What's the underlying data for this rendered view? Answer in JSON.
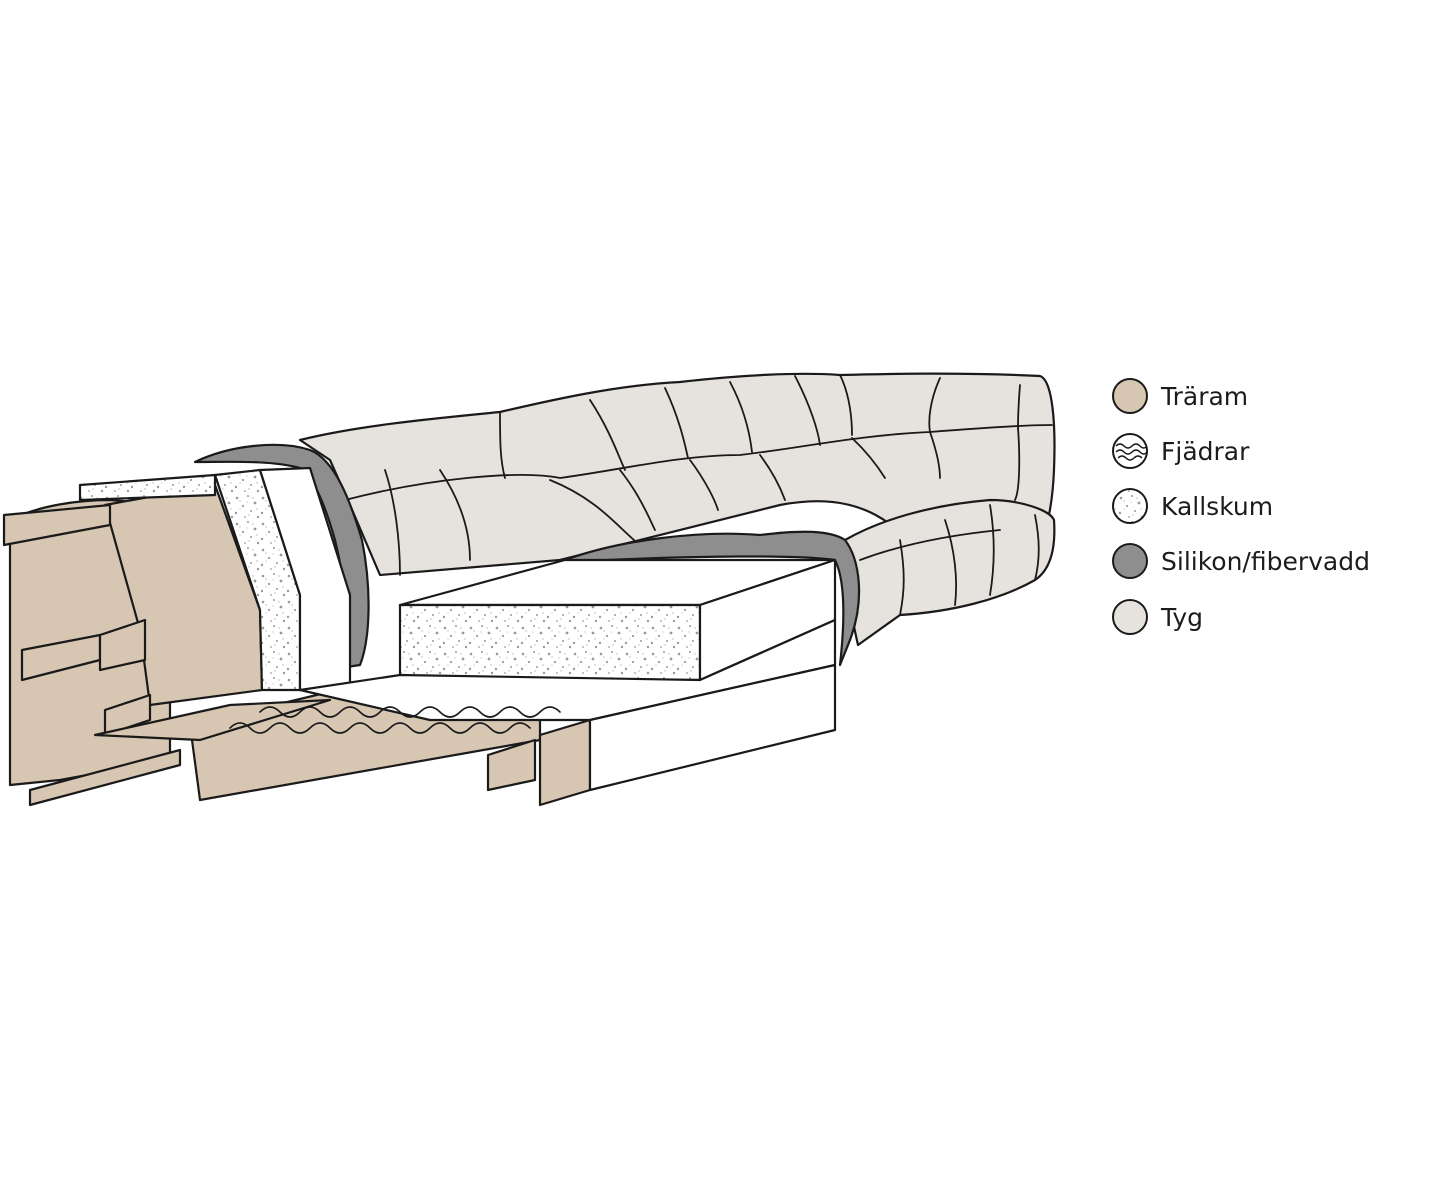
{
  "colors": {
    "traram": "#d6c6b2",
    "fjadrar": "#ffffff",
    "kallskum": "#ffffff",
    "silikon_fibervadd": "#8e8e8e",
    "tyg": "#e6e2dd",
    "outline": "#1a1a1a"
  },
  "legend": [
    {
      "label": "Träram",
      "swatch": "wood"
    },
    {
      "label": "Fjädrar",
      "swatch": "springs"
    },
    {
      "label": "Kallskum",
      "swatch": "foam"
    },
    {
      "label": "Silikon/fibervadd",
      "swatch": "fiber"
    },
    {
      "label": "Tyg",
      "swatch": "fabric"
    }
  ]
}
